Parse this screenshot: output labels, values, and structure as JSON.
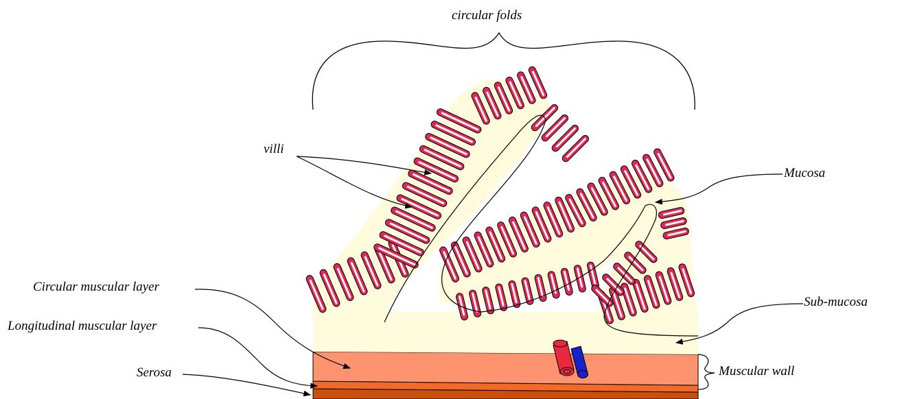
{
  "labels": {
    "circular_folds": "circular folds",
    "villi": "villi",
    "mucosa": "Mucosa",
    "sub_mucosa": "Sub-mucosa",
    "circular_muscular_layer": "Circular muscular layer",
    "longitudinal_muscular_layer": "Longitudinal muscular layer",
    "serosa": "Serosa",
    "muscular_wall": "Muscular wall"
  },
  "colors": {
    "villi_fill": "#d92a5c",
    "villi_inner": "#fff0ee",
    "submucosa": "#fffbdc",
    "submucosa_line": "#fff3c0",
    "circular_muscle": "#fe9370",
    "longitudinal_muscle": "#f26a2a",
    "serosa": "#c84f0c",
    "artery": "#e8283f",
    "vein": "#1822c8"
  }
}
